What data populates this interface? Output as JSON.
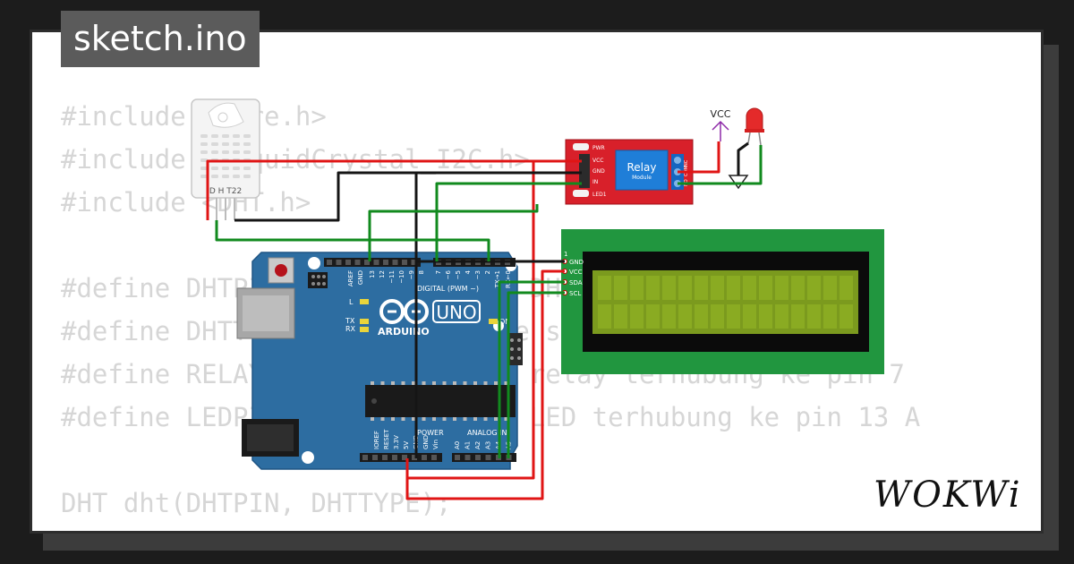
{
  "title": "sketch.ino",
  "code_lines": [
    "#include <Wire.h>",
    "#include <LiquidCrystal_I2C.h>",
    "#include <DHT.h>",
    "",
    "#define DHTPIN 2       // Pin DHT terhubung ke pin 2",
    "#define DHTTYPE DHT22  // Tipe sensor (DHT22)",
    "#define RELAYPIN 7     // Pin relay terhubung ke pin 7",
    "#define LEDPIN 13      // Pin LED terhubung ke pin 13 A",
    "",
    "DHT dht(DHTPIN, DHTTYPE);"
  ],
  "dht": {
    "label": "D H T22"
  },
  "relay": {
    "title": "Relay",
    "subtitle": "Module",
    "pins": [
      "VCC",
      "GND",
      "IN"
    ],
    "leds": [
      "PWR",
      "LED1"
    ],
    "terminals": [
      "NC",
      "COM",
      "NO"
    ]
  },
  "vcc_label": "VCC",
  "lcd": {
    "pin_number": "1",
    "pins": [
      "GND",
      "VCC",
      "SDA",
      "SCL"
    ]
  },
  "arduino": {
    "brand": "ARDUINO",
    "model": "UNO",
    "digital_label": "DIGITAL (PWM ~)",
    "digital_pins": [
      "AREF",
      "GND",
      "13",
      "12",
      "~11",
      "~10",
      "~9",
      "8",
      "7",
      "~6",
      "~5",
      "4",
      "~3",
      "2",
      "TX→1",
      "RX←0"
    ],
    "power_label": "POWER",
    "power_pins": [
      "IOREF",
      "RESET",
      "3.3V",
      "5V",
      "GND",
      "GND",
      "Vin"
    ],
    "analog_label": "ANALOG IN",
    "analog_pins": [
      "A0",
      "A1",
      "A2",
      "A3",
      "A4",
      "A5"
    ],
    "led_labels": [
      "L",
      "TX",
      "RX",
      "ON"
    ]
  },
  "logo_text": "WOKWi",
  "colors": {
    "code_text": "#d6d6d6",
    "board": "#2d6da1",
    "relay": "#d8202a",
    "lcd_pcb": "#21963f",
    "lcd_screen": "#7b9a1e",
    "wire_red": "#e01515",
    "wire_black": "#151515",
    "wire_green": "#118a1e"
  }
}
